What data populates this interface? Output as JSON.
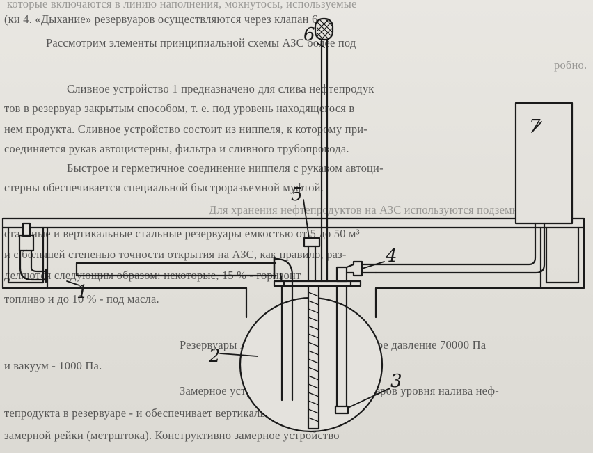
{
  "text_lines": [
    "которые включаются в линию наполнения, мокнутосы, используемые",
    "(ки 4. «Дыхание» резервуаров осуществляются через клапан 6.",
    "Рассмотрим элементы принципиальной схемы АЗС более под",
    "робно.",
    "Сливное устройство 1 предназначено для слива нефтепродук",
    "тов в резервуар закрытым способом, т. е. под уровень находящегося в",
    "нем продукта. Сливное устройство состоит из ниппеля, к которому при-",
    "соединяется рукав автоцистерны, фильтра и сливного трубопровода.",
    "Быстрое и герметичное соединение ниппеля с рукавом автоци-",
    "стерны обеспечивается специальной быстроразъемной муфтой.",
    "Для хранения нефтепродуктов на АЗС используются подземные",
    "стальные и вертикальные стальные резервуары емкостью от 5 до 50 м³",
    "и с большей степенью точности открытия на АЗС, как правило, раз-",
    "деляются следующим образом: некоторые, 15 % - горизонт",
    "топливо и до 10 % - под масла.",
    "Резервуары АЗС работают на избыточное давление 70000 Па",
    "и вакуум - 1000 Па.",
    "Замерное устройство 3 служит для замеров уровня налива неф-",
    "тепродукта в резервуаре - и обеспечивает вертикальное направление",
    "замерной рейки (метрштока). Конструктивно замерное устройство"
  ],
  "callouts": [
    "1",
    "2",
    "3",
    "4",
    "5",
    "6",
    "7"
  ],
  "colors": {
    "ink": "#1a1a1a",
    "paper": "#e4e2dd",
    "text": "#3a3a3a"
  }
}
